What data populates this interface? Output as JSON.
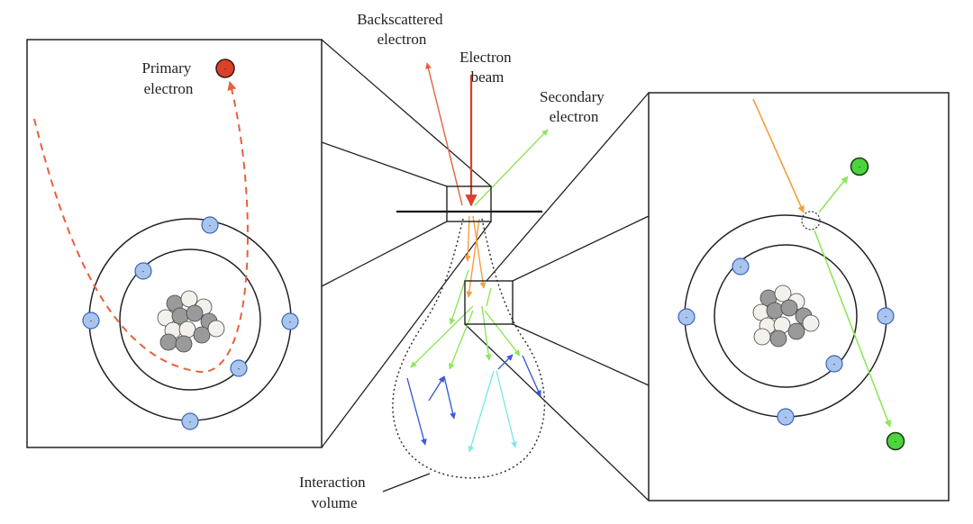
{
  "labels": {
    "primary_electron": [
      "Primary",
      "electron"
    ],
    "backscattered_electron": [
      "Backscattered",
      "electron"
    ],
    "electron_beam": [
      "Electron",
      "beam"
    ],
    "secondary_electron": [
      "Secondary",
      "electron"
    ],
    "interaction_volume": [
      "Interaction",
      "volume"
    ]
  },
  "particle_symbol": "-",
  "colors": {
    "primary": "#d9412b",
    "backscattered": "#e8603c",
    "orange_path": "#f0a040",
    "secondary": "#8ee65a",
    "secondary_dot": "#4cd43c",
    "electron_fill": "#a9c4ee",
    "electron_stroke": "#3b63b8",
    "blue_arrow": "#3b5bd9",
    "cyan_arrow": "#7fe8e8",
    "nucleus_dark": "#9a9a9a",
    "nucleus_light": "#f4f1ec"
  },
  "icons": {
    "primary_electron": "red-circle-icon",
    "secondary_electron": "green-circle-icon",
    "orbital_electron": "blue-circle-icon",
    "nucleus": "nucleus-cluster-icon"
  }
}
